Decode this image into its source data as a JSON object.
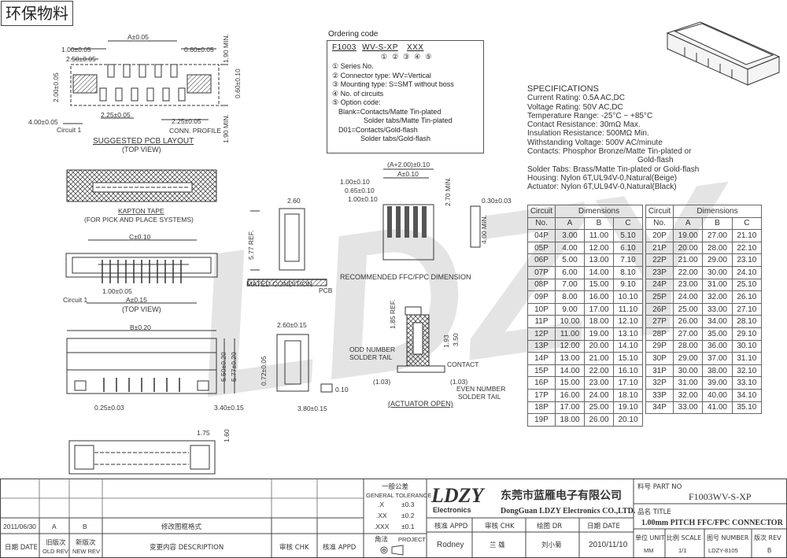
{
  "title_box": "环保物料",
  "watermark": "LDZY",
  "ordering": {
    "heading": "Ordering code",
    "code": [
      "F1003",
      "WV-S-XP",
      "XXX"
    ],
    "code_nums": [
      "①",
      "②",
      "③",
      "④",
      "⑤"
    ],
    "items": [
      "① Series No.",
      "② Connector type: WV=Vertical",
      "③ Mounting type: S=SMT without boss",
      "④ No. of circuits",
      "⑤ Option code:",
      "Blank=Contacts/Matte Tin-plated",
      "Solder tabs/Matte Tin-plated",
      "D01=Contacts/Gold-flash",
      "Solder tabs/Gold-flash"
    ]
  },
  "specs": {
    "heading": "SPECIFICATIONS",
    "lines": [
      "Current Rating: 0.5A AC,DC",
      "Voltage Rating: 50V AC,DC",
      "Temperature Range: -25°C ~ +85°C",
      "Contact Resistance: 30mΩ Max.",
      "Insulation Resistance: 500MΩ Min.",
      "Withstanding Voltage: 500V AC/minute",
      "Contacts: Phosphor Bronze/Matte Tin-plated or",
      "Gold-flash",
      "Solder Tabs: Brass/Matte Tin-plated or Gold-flash",
      "Housing: Nylon 6T,UL94V-0,Natural(Beige)",
      "Actuator: Nylon 6T,UL94V-0,Natural(Black)"
    ]
  },
  "dim_table": {
    "circuit_hd": "Circuit",
    "dims_hd": "Dimensions",
    "cols": [
      "No.",
      "A",
      "B",
      "C"
    ],
    "left": [
      [
        "04P",
        "3.00",
        "11.00",
        "5.10"
      ],
      [
        "05P",
        "4.00",
        "12.00",
        "6.10"
      ],
      [
        "06P",
        "5.00",
        "13.00",
        "7.10"
      ],
      [
        "07P",
        "6.00",
        "14.00",
        "8.10"
      ],
      [
        "08P",
        "7.00",
        "15.00",
        "9.10"
      ],
      [
        "09P",
        "8.00",
        "16.00",
        "10.10"
      ],
      [
        "10P",
        "9.00",
        "17.00",
        "11.10"
      ],
      [
        "11P",
        "10.00",
        "18.00",
        "12.10"
      ],
      [
        "12P",
        "11.00",
        "19.00",
        "13.10"
      ],
      [
        "13P",
        "12.00",
        "20.00",
        "14.10"
      ],
      [
        "14P",
        "13.00",
        "21.00",
        "15.10"
      ],
      [
        "15P",
        "14.00",
        "22.00",
        "16.10"
      ],
      [
        "16P",
        "15.00",
        "23.00",
        "17.10"
      ],
      [
        "17P",
        "16.00",
        "24.00",
        "18.10"
      ],
      [
        "18P",
        "17.00",
        "25.00",
        "19.10"
      ],
      [
        "19P",
        "18.00",
        "26.00",
        "20.10"
      ]
    ],
    "right": [
      [
        "20P",
        "19.00",
        "27.00",
        "21.10"
      ],
      [
        "21P",
        "20.00",
        "28.00",
        "22.10"
      ],
      [
        "22P",
        "21.00",
        "29.00",
        "23.10"
      ],
      [
        "23P",
        "22.00",
        "30.00",
        "24.10"
      ],
      [
        "24P",
        "23.00",
        "31.00",
        "25.10"
      ],
      [
        "25P",
        "24.00",
        "32.00",
        "26.10"
      ],
      [
        "26P",
        "25.00",
        "33.00",
        "27.10"
      ],
      [
        "27P",
        "26.00",
        "34.00",
        "28.10"
      ],
      [
        "28P",
        "27.00",
        "35.00",
        "29.10"
      ],
      [
        "29P",
        "28.00",
        "36.00",
        "30.10"
      ],
      [
        "30P",
        "29.00",
        "37.00",
        "31.10"
      ],
      [
        "31P",
        "30.00",
        "38.00",
        "32.10"
      ],
      [
        "32P",
        "31.00",
        "39.00",
        "33.10"
      ],
      [
        "33P",
        "32.00",
        "40.00",
        "34.10"
      ],
      [
        "34P",
        "33.00",
        "41.00",
        "35.10"
      ]
    ]
  },
  "drawing": {
    "pcb_layout": {
      "a": "A±0.05",
      "d1": "1.00±0.05",
      "d2": "2.50±0.05",
      "d3": "0.60±0.05",
      "d4": "2.00±0.05",
      "d5": "1.90 MIN.",
      "d6": "0.60±0.10",
      "d7": "2.25±0.05",
      "d8": "2.25±0.05",
      "d9": "4.00±0.05",
      "d10": "1.90 MIN.",
      "circuit1": "Circuit 1",
      "conn": "CONN. PROFILE",
      "title": "SUGGESTED PCB LAYOUT",
      "view": "(TOP VIEW)"
    },
    "kapton": {
      "title": "KAPTON TAPE",
      "sub": "(FOR PICK AND PLACE SYSTEMS)"
    },
    "top_view": {
      "c": "C±0.10",
      "p": "1.00±0.05",
      "a": "A±0.15",
      "circuit1": "Circuit 1",
      "view": "(TOP VIEW)"
    },
    "front": {
      "b": "B±0.20",
      "d1": "5.50±0.20",
      "d2": "5.77±0.20",
      "d3": "0.25±0.03",
      "d4": "3.40±0.15"
    },
    "bottom": {
      "d1": "1.75",
      "d2": "1.60"
    },
    "mated": {
      "d1": "2.60",
      "d2": "5.77 REF.",
      "title": "MATED CONDITION",
      "pcb": "PCB"
    },
    "side2": {
      "d1": "2.60±0.15",
      "d2": "0.72±0.05",
      "d3": "0.10",
      "d4": "3.80±0.15"
    },
    "ffc": {
      "d1": "(A+2.00)±0.10",
      "d2": "A±0.10",
      "d3": "1.00±0.10",
      "d4": "0.65±0.10",
      "d5": "1.00±0.10",
      "d6": "2.70 MIN.",
      "d7": "0.30±0.03",
      "d8": "4.00 MIN.",
      "title": "RECOMMENDED FFC/FPC DIMENSION"
    },
    "actuator": {
      "d1": "1.85 REF.",
      "d2": "1.93",
      "d3": "3.50",
      "odd": "ODD NUMBER",
      "odd2": "SOLDER TAIL",
      "contact": "CONTACT",
      "even": "EVEN NUMBER",
      "even2": "SOLDER TAIL",
      "p1": "(1.03)",
      "p2": "(1.03)",
      "title": "(ACTUATOR OPEN)"
    }
  },
  "title_block": {
    "rev_date": "2011/06/30",
    "rev_old": "A",
    "rev_new": "B",
    "rev_desc": "修改图框格式",
    "h_date": "日期 DATE",
    "h_old": "旧版次",
    "h_old2": "OLD REV",
    "h_new": "新版次",
    "h_new2": "NEW REV",
    "h_desc": "变更内容 DESCRIPTION",
    "h_chk": "审核 CHK",
    "h_appd": "核准 APPD",
    "tol_hd": "一般公差",
    "tol_hd2": "GENERAL TOLERANCE",
    "tol_x": ".X",
    "tol_xv": "±0.3",
    "tol_xx": ".XX",
    "tol_xxv": "±0.2",
    "tol_xxx": ".XXX",
    "tol_xxxv": "±0.1",
    "angle": "角法",
    "project": "PROJECT",
    "logo": "LDZY",
    "logo_sub": "Electronics",
    "company_cn": "东莞市蓝雁电子有限公司",
    "company_en": "DongGuan LDZY Electronics CO.,LTD.",
    "appd_hd": "核准 APPD",
    "chk_hd": "审核 CHK",
    "dr_hd": "绘图 DR",
    "date_hd": "日期 DATE",
    "appd": "Rodney",
    "chk": "兰 雄",
    "dr": "刘小菊",
    "date": "2010/11/10",
    "part_hd": "料号 PART NO",
    "part": "F1003WV-S-XP",
    "title_hd": "品名 TITLE",
    "title": "1.00mm PITCH FFC/FPC CONNECTOR",
    "unit_hd": "单位 UNIT",
    "unit": "MM",
    "scale_hd": "比例 SCALE",
    "scale": "1/1",
    "num_hd": "图号 NUMBER",
    "num": "LDZY-8105",
    "ver_hd": "版次 REV",
    "ver": "B"
  }
}
